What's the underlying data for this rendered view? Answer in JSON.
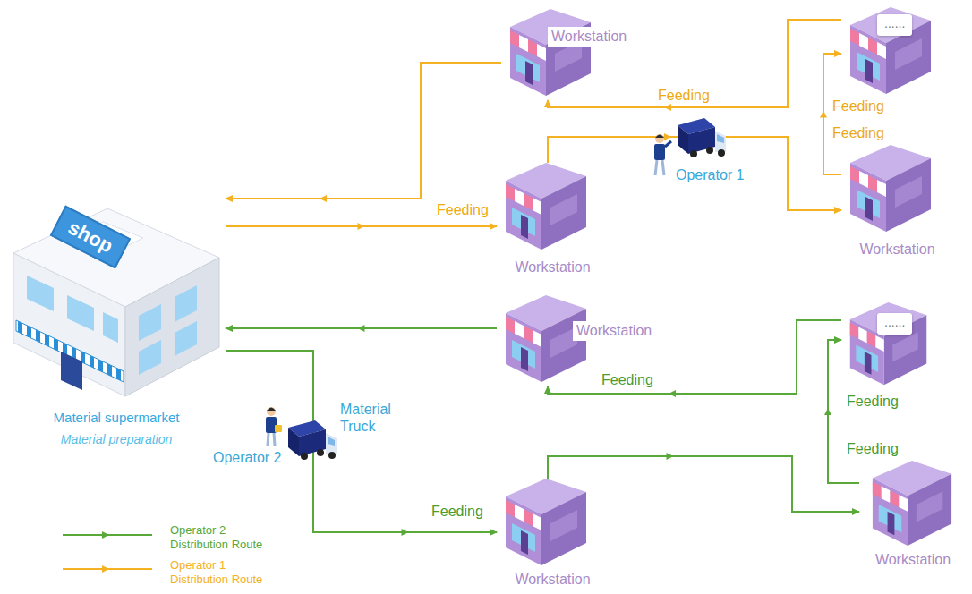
{
  "diagram": {
    "nodes": [
      {
        "text": [
          "shop",
          "Material supermarket",
          "Material preparation"
        ]
      },
      {
        "text": [
          "Workstation"
        ]
      },
      {
        "text": [
          "......"
        ]
      },
      {
        "text": [
          "Workstation"
        ]
      },
      {
        "text": [
          "Workstation"
        ]
      },
      {
        "text": [
          "Workstation"
        ]
      },
      {
        "text": [
          "......"
        ]
      },
      {
        "text": [
          "Workstation"
        ]
      },
      {
        "text": [
          "Workstation"
        ]
      }
    ],
    "edges": [
      {
        "from": 0,
        "to": 3,
        "arrow": "to",
        "label": "Feeding"
      },
      {
        "from": 3,
        "to": 4,
        "arrow": "to",
        "label": "Feeding"
      },
      {
        "from": 4,
        "to": 2,
        "arrow": "to",
        "label": "Feeding"
      },
      {
        "from": 2,
        "to": 1,
        "arrow": "to",
        "label": "Feeding"
      },
      {
        "from": 1,
        "to": 0,
        "arrow": "to"
      },
      {
        "from": 0,
        "to": 7,
        "arrow": "to",
        "label": "Feeding"
      },
      {
        "from": 7,
        "to": 8,
        "arrow": "to",
        "label": "Feeding"
      },
      {
        "from": 8,
        "to": 6,
        "arrow": "to",
        "label": "Feeding"
      },
      {
        "from": 6,
        "to": 5,
        "arrow": "to",
        "label": "Feeding"
      },
      {
        "from": 5,
        "to": 0,
        "arrow": "to"
      }
    ],
    "labels": [
      "Operator 1",
      "Material Truck",
      "Operator 2"
    ],
    "legend": [
      {
        "text": "Operator 2 Distribution Route"
      },
      {
        "text": "Operator 1 Distribution Route"
      }
    ]
  }
}
